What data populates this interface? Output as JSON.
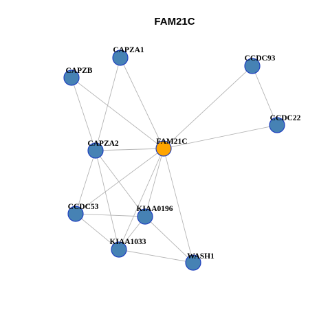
{
  "title": "FAM21C",
  "colors": {
    "node_default": "#4682b4",
    "node_highlight": "#ffa500",
    "node_border": "#1f3fbf",
    "edge": "#b4b4b4"
  },
  "network": {
    "nodes": [
      {
        "id": "FAM21C",
        "label": "FAM21C",
        "highlight": true
      },
      {
        "id": "CAPZA1",
        "label": "CAPZA1",
        "highlight": false
      },
      {
        "id": "CAPZB",
        "label": "CAPZB",
        "highlight": false
      },
      {
        "id": "CCDC93",
        "label": "CCDC93",
        "highlight": false
      },
      {
        "id": "CCDC22",
        "label": "CCDC22",
        "highlight": false
      },
      {
        "id": "CAPZA2",
        "label": "CAPZA2",
        "highlight": false
      },
      {
        "id": "CCDC53",
        "label": "CCDC53",
        "highlight": false
      },
      {
        "id": "KIAA0196",
        "label": "KIAA0196",
        "highlight": false
      },
      {
        "id": "KIAA1033",
        "label": "KIAA1033",
        "highlight": false
      },
      {
        "id": "WASH1",
        "label": "WASH1",
        "highlight": false
      }
    ],
    "edges": [
      [
        "CAPZA1",
        "CAPZA2"
      ],
      [
        "CAPZA1",
        "FAM21C"
      ],
      [
        "CAPZB",
        "CAPZA2"
      ],
      [
        "CAPZB",
        "FAM21C"
      ],
      [
        "CCDC93",
        "FAM21C"
      ],
      [
        "CCDC93",
        "CCDC22"
      ],
      [
        "CCDC22",
        "FAM21C"
      ],
      [
        "CAPZA2",
        "FAM21C"
      ],
      [
        "CAPZA2",
        "CCDC53"
      ],
      [
        "CAPZA2",
        "KIAA0196"
      ],
      [
        "CAPZA2",
        "KIAA1033"
      ],
      [
        "FAM21C",
        "CCDC53"
      ],
      [
        "FAM21C",
        "KIAA0196"
      ],
      [
        "FAM21C",
        "KIAA1033"
      ],
      [
        "FAM21C",
        "WASH1"
      ],
      [
        "CCDC53",
        "KIAA0196"
      ],
      [
        "CCDC53",
        "KIAA1033"
      ],
      [
        "KIAA0196",
        "KIAA1033"
      ],
      [
        "KIAA0196",
        "WASH1"
      ],
      [
        "KIAA1033",
        "WASH1"
      ]
    ]
  }
}
